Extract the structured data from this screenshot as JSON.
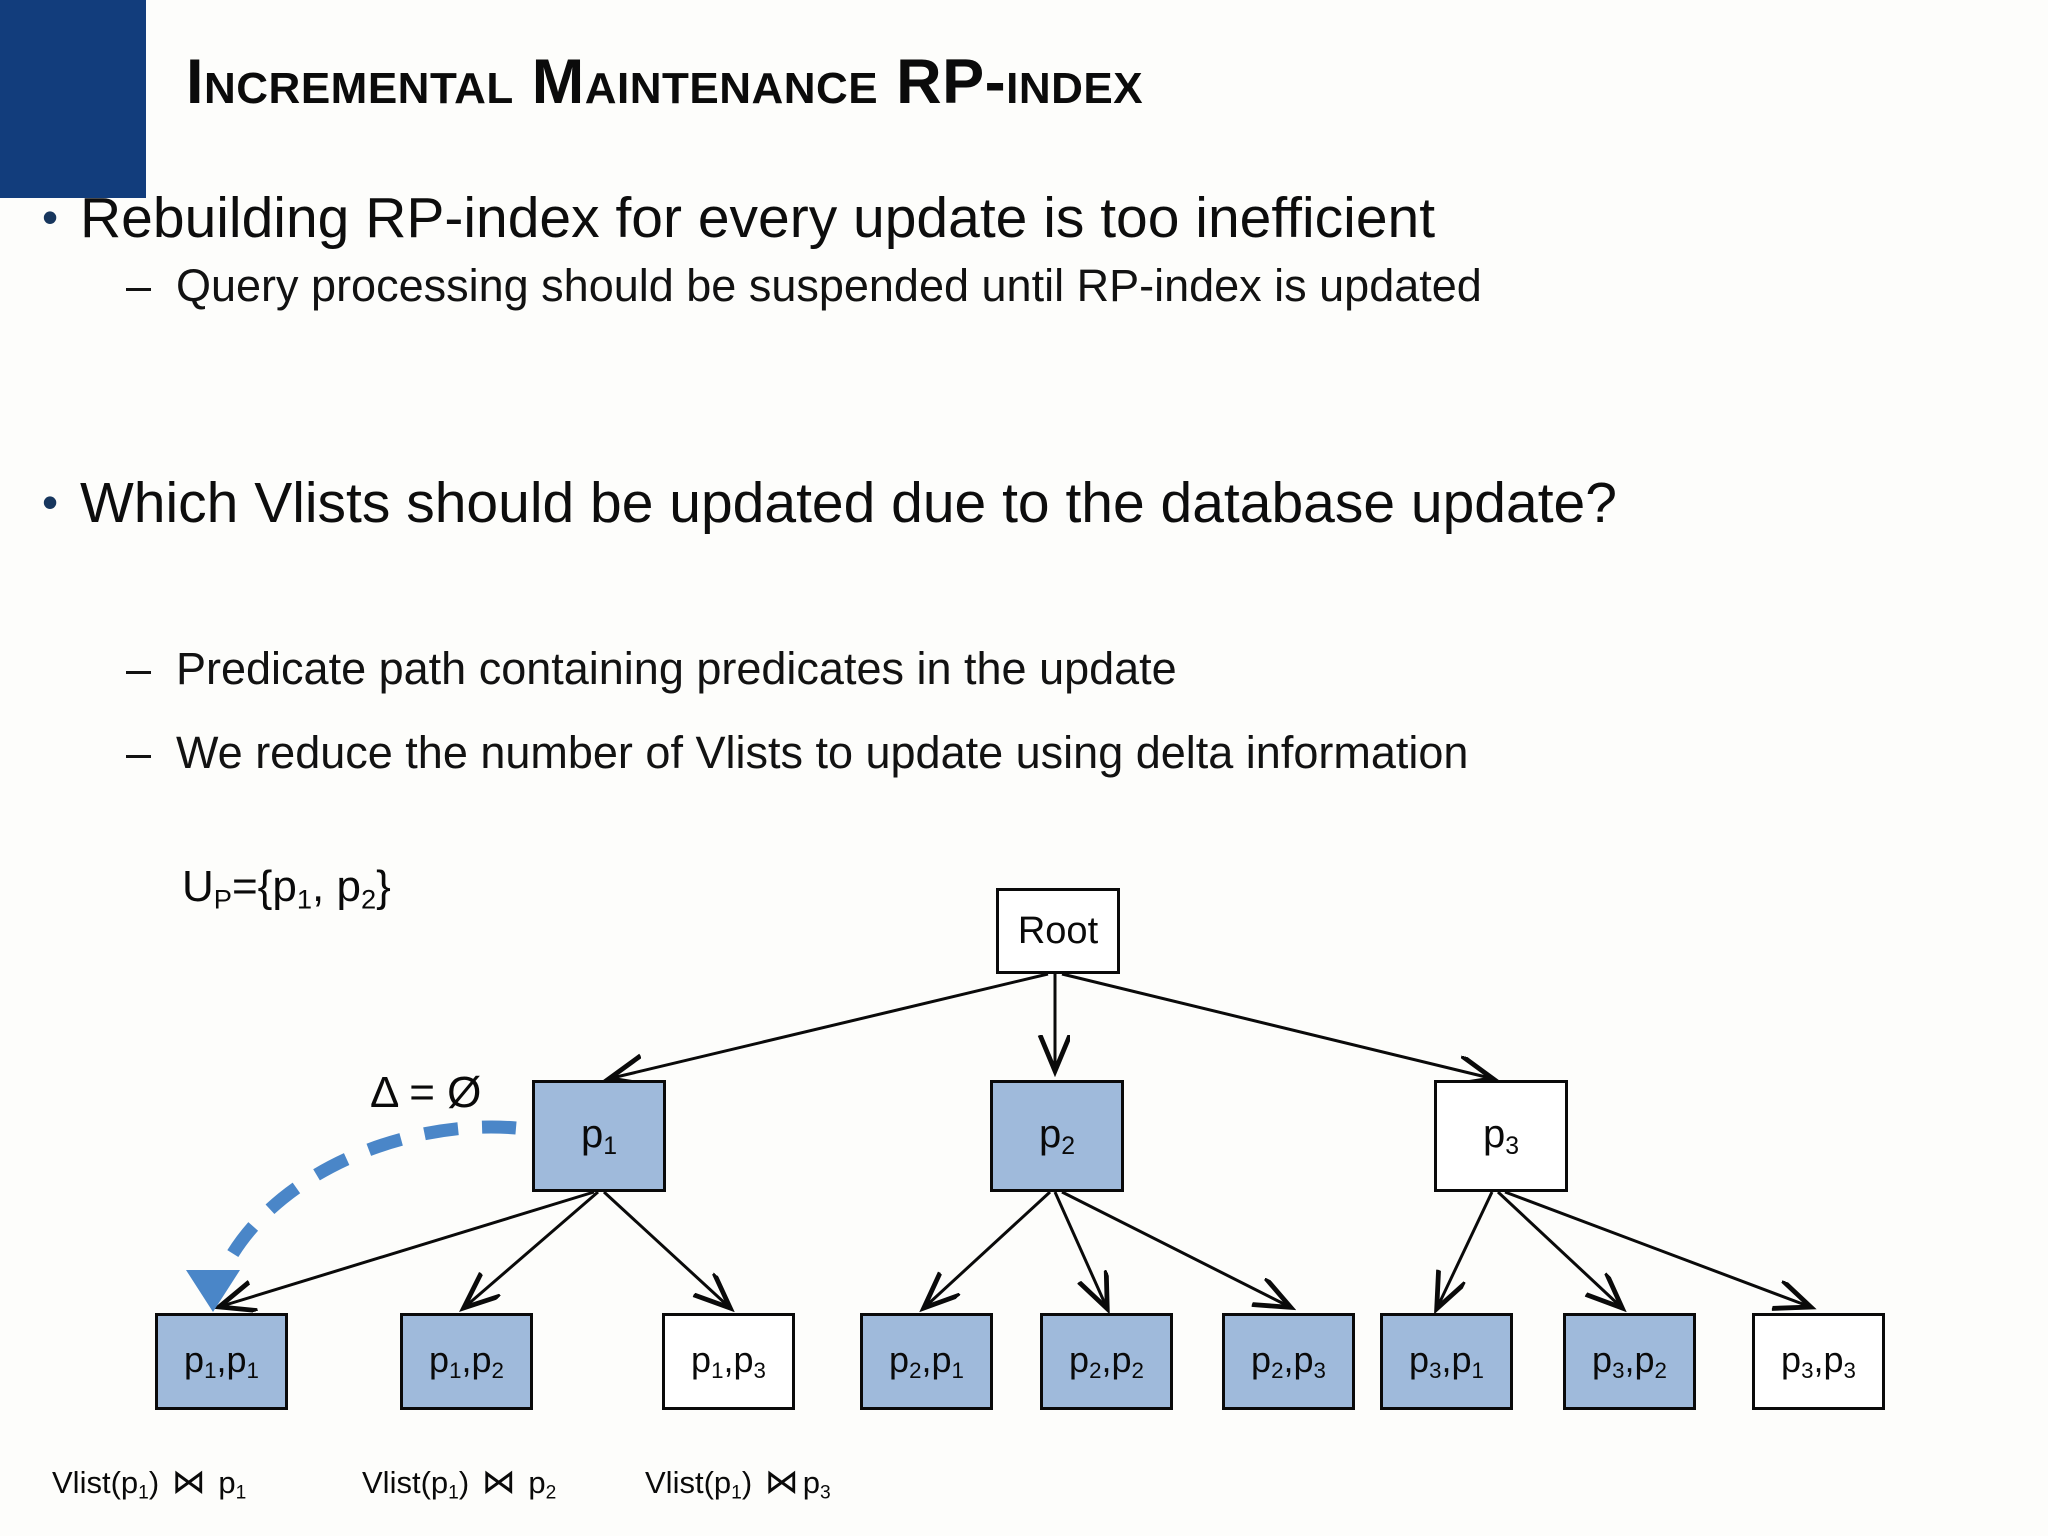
{
  "slide": {
    "title": "Incremental Maintenance RP-index",
    "accent_color": "#123D7C",
    "background_color": "#fdfdfb"
  },
  "bullets": [
    {
      "level": 1,
      "marker": "•",
      "text": "Rebuilding RP-index for every update is too inefficient"
    },
    {
      "level": 2,
      "marker": "–",
      "text": "Query processing should be suspended until RP-index is updated"
    },
    {
      "level": 1,
      "marker": "•",
      "text": "Which Vlists should be updated due to the database update?"
    },
    {
      "level": 2,
      "marker": "–",
      "text": "Predicate path containing predicates in the update"
    },
    {
      "level": 2,
      "marker": "–",
      "text": "We reduce the number of Vlists to update using delta information"
    }
  ],
  "diagram": {
    "update_set_label": {
      "prefix": "U",
      "sub": "P",
      "rest": "={p",
      "sub2": "1",
      "mid": ", p",
      "sub3": "2",
      "suffix": "}"
    },
    "delta_label": "Δ = Ø",
    "highlight_color": "#9FBADB",
    "arrow_color": "#4A86C8",
    "root": {
      "label": "Root",
      "filled": false
    },
    "mid_nodes": [
      {
        "label": "p",
        "sub": "1",
        "filled": true
      },
      {
        "label": "p",
        "sub": "2",
        "filled": true
      },
      {
        "label": "p",
        "sub": "3",
        "filled": false
      }
    ],
    "leaf_nodes": [
      {
        "a": "p",
        "a_sub": "1",
        "b": "p",
        "b_sub": "1",
        "filled": true
      },
      {
        "a": "p",
        "a_sub": "1",
        "b": "p",
        "b_sub": "2",
        "filled": true
      },
      {
        "a": "p",
        "a_sub": "1",
        "b": "p",
        "b_sub": "3",
        "filled": false
      },
      {
        "a": "p",
        "a_sub": "2",
        "b": "p",
        "b_sub": "1",
        "filled": true
      },
      {
        "a": "p",
        "a_sub": "2",
        "b": "p",
        "b_sub": "2",
        "filled": true
      },
      {
        "a": "p",
        "a_sub": "2",
        "b": "p",
        "b_sub": "3",
        "filled": true
      },
      {
        "a": "p",
        "a_sub": "3",
        "b": "p",
        "b_sub": "1",
        "filled": true
      },
      {
        "a": "p",
        "a_sub": "3",
        "b": "p",
        "b_sub": "2",
        "filled": true
      },
      {
        "a": "p",
        "a_sub": "3",
        "b": "p",
        "b_sub": "3",
        "filled": false
      }
    ],
    "vlist_labels": [
      {
        "prefix": "Vlist(p",
        "sub1": "1",
        "mid": ") ",
        "join": "⋈",
        "suffix": " p",
        "sub2": "1"
      },
      {
        "prefix": "Vlist(p",
        "sub1": "1",
        "mid": ") ",
        "join": "⋈",
        "suffix": " p",
        "sub2": "2"
      },
      {
        "prefix": "Vlist(p",
        "sub1": "1",
        "mid": ") ",
        "join": "⋈",
        "suffix": "p",
        "sub2": "3"
      }
    ]
  }
}
